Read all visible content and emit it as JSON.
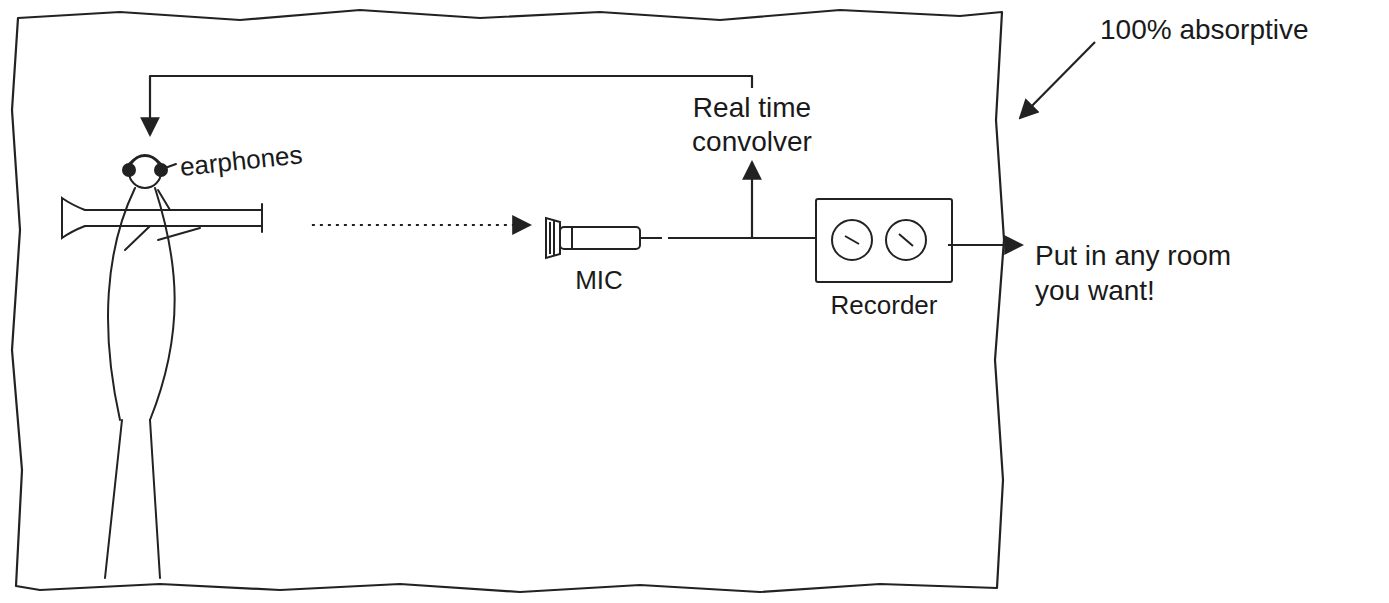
{
  "diagram": {
    "nodes": [
      {
        "text": [
          "earphones"
        ]
      },
      {
        "text": [
          "MIC"
        ]
      },
      {
        "text": [
          "Real time convolver"
        ]
      },
      {
        "text": [
          "Recorder"
        ]
      }
    ],
    "edges": [
      {
        "from": 0,
        "to": 1,
        "arrow": "to"
      },
      {
        "from": 1,
        "to": 3,
        "arrow": "none"
      },
      {
        "from": 1,
        "to": 2,
        "arrow": "to"
      },
      {
        "from": 2,
        "to": 0,
        "arrow": "to"
      }
    ],
    "labels": [
      "100% absorptive",
      "Put in any room you want!"
    ]
  }
}
